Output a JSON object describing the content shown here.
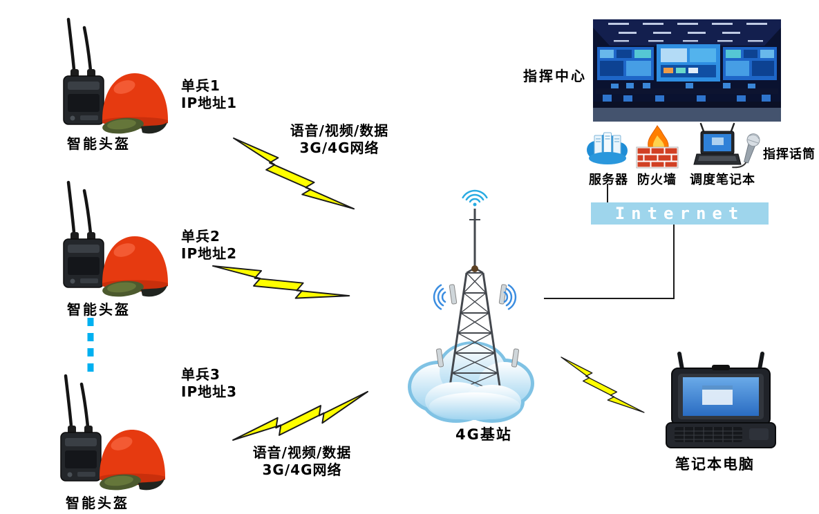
{
  "units": [
    {
      "label": "智能头盔",
      "soldier": "单兵1",
      "ip": "IP地址1"
    },
    {
      "label": "智能头盔",
      "soldier": "单兵2",
      "ip": "IP地址2"
    },
    {
      "label": "智能头盔",
      "soldier": "单兵3",
      "ip": "IP地址3"
    }
  ],
  "links": [
    {
      "line1": "语音/视频/数据",
      "line2": "3G/4G网络"
    },
    {
      "line1": "语音/视频/数据",
      "line2": "3G/4G网络"
    }
  ],
  "base_station": {
    "label": "4G基站"
  },
  "command_center": {
    "label": "指挥中心",
    "server": "服务器",
    "firewall": "防火墙",
    "dispatch_laptop": "调度笔记本",
    "microphone": "指挥话筒",
    "internet": "Internet"
  },
  "field_laptop": {
    "label": "笔记本电脑"
  },
  "colors": {
    "lightning": "#ffff00",
    "internet_banner": "#9ed5ec",
    "dotted_link": "#00b0f0",
    "helmet": "#e63a10",
    "cloud_edge": "#7fc2e4",
    "wifi_top": "#29abe2",
    "wifi_side": "#3b8de0",
    "label_text": "#000000"
  }
}
